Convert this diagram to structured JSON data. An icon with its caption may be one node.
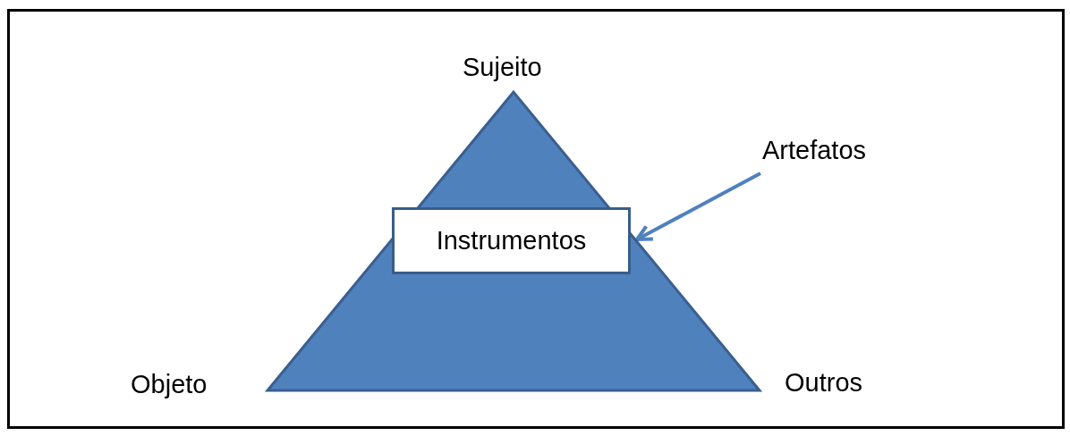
{
  "diagram": {
    "nodes": [
      {
        "text": [],
        "shape": "triangle"
      },
      {
        "text": [
          "Instrumentos"
        ],
        "in": 0
      },
      {
        "text": [
          "Artefatos"
        ]
      }
    ],
    "edges": [
      {
        "from": 2,
        "to": 1,
        "arrow": "to"
      }
    ],
    "labels": [
      "Sujeito",
      "Objeto",
      "Outros"
    ]
  }
}
